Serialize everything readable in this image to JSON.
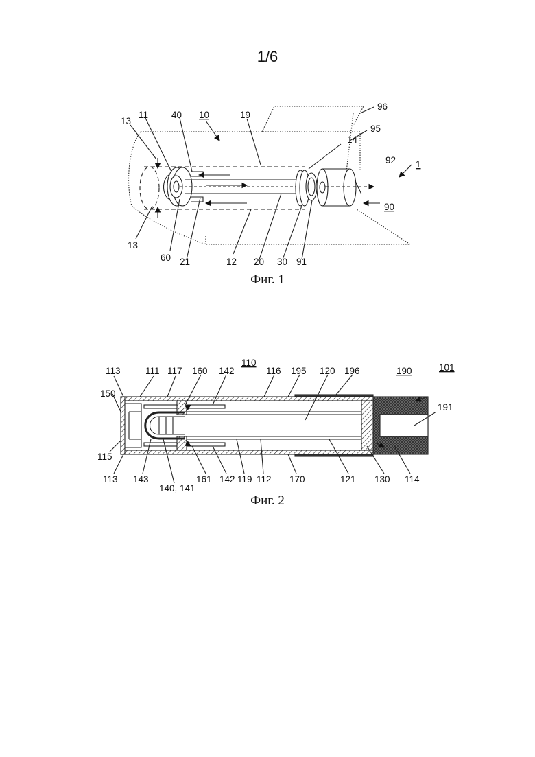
{
  "sheet": "1/6",
  "figures": [
    {
      "caption": "Фиг. 1",
      "labels": [
        "13",
        "11",
        "40",
        "10",
        "19",
        "96",
        "95",
        "14",
        "92",
        "1",
        "90",
        "13",
        "60",
        "21",
        "12",
        "20",
        "30",
        "91"
      ]
    },
    {
      "caption": "Фиг. 2",
      "labels": [
        "113",
        "111",
        "117",
        "160",
        "142",
        "110",
        "116",
        "195",
        "120",
        "196",
        "190",
        "101",
        "150",
        "191",
        "115",
        "113",
        "143",
        "140, 141",
        "161",
        "142",
        "119",
        "112",
        "170",
        "121",
        "130",
        "114"
      ]
    }
  ]
}
